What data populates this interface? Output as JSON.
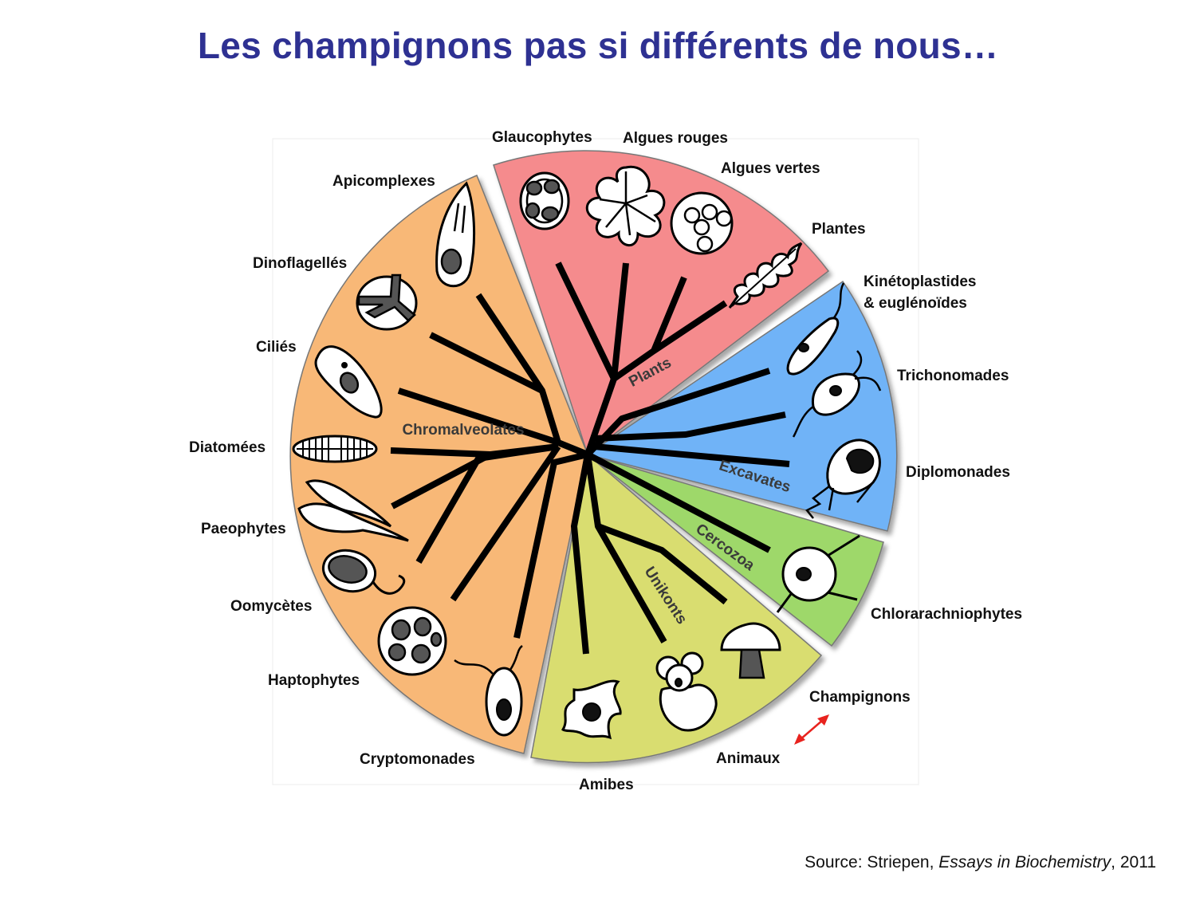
{
  "title": "Les champignons pas si différents de nous…",
  "source": {
    "prefix": "Source: Striepen,",
    "journal": "Essays in Biochemistry",
    "year": ", 2011"
  },
  "groups": {
    "plants": "Plants",
    "chromalveolates": "Chromalveolates",
    "excavates": "Excavates",
    "cercozoa": "Cercozoa",
    "unikonts": "Unikonts"
  },
  "labels": {
    "glaucophytes": "Glaucophytes",
    "algues_rouges": "Algues rouges",
    "algues_vertes": "Algues vertes",
    "plantes": "Plantes",
    "kineto_1": "Kinétoplastides",
    "kineto_2": "& euglénoïdes",
    "trichonomades": "Trichonomades",
    "diplomonades": "Diplomonades",
    "chlorarachniophytes": "Chlorarachniophytes",
    "champignons": "Champignons",
    "animaux": "Animaux",
    "amibes": "Amibes",
    "cryptomonades": "Cryptomonades",
    "haptophytes": "Haptophytes",
    "oomycetes": "Oomycètes",
    "paeophytes": "Paeophytes",
    "diatomees": "Diatomées",
    "cilies": "Ciliés",
    "dinoflagelles": "Dinoflagellés",
    "apicomplexes": "Apicomplexes"
  },
  "colors": {
    "title": "#2e3192",
    "plants": "#f58b8d",
    "chromalveolates": "#f8b877",
    "excavates": "#6fb3f7",
    "cercozoa": "#9ed86a",
    "unikonts": "#d9dd70",
    "arrow": "#e8231e"
  }
}
